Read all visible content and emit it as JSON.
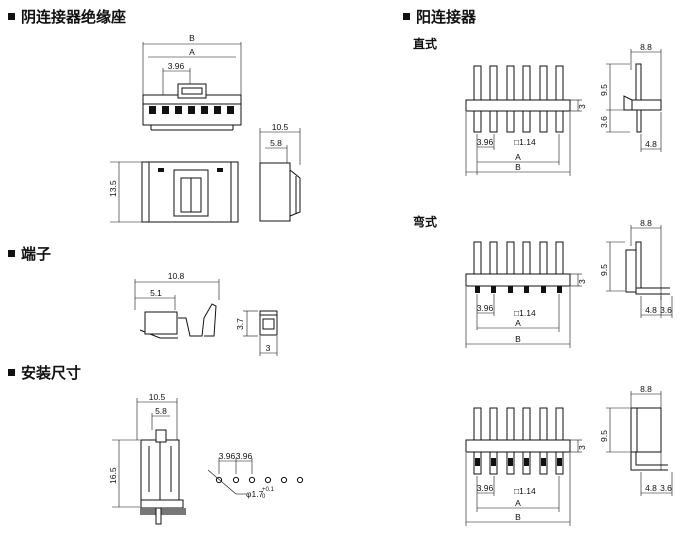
{
  "sections": {
    "female": "阴连接器绝缘座",
    "terminal": "端子",
    "mounting": "安装尺寸",
    "male": "阳连接器",
    "straight": "直式",
    "bent": "弯式"
  },
  "dims": {
    "B": "B",
    "A": "A",
    "pitch": "3.96",
    "w10_5": "10.5",
    "w5_8": "5.8",
    "h13_5": "13.5",
    "len10_8": "10.8",
    "len5_1": "5.1",
    "h3_7": "3.7",
    "w3": "3",
    "h16_5": "16.5",
    "hole": "φ1.7",
    "hole_tol": "+0.1",
    "hole_tol_low": "0",
    "pin": "□1.14",
    "h9_5": "9.5",
    "h3_6": "3.6",
    "h3": "3",
    "w8_8": "8.8",
    "w4_8": "4.8"
  }
}
